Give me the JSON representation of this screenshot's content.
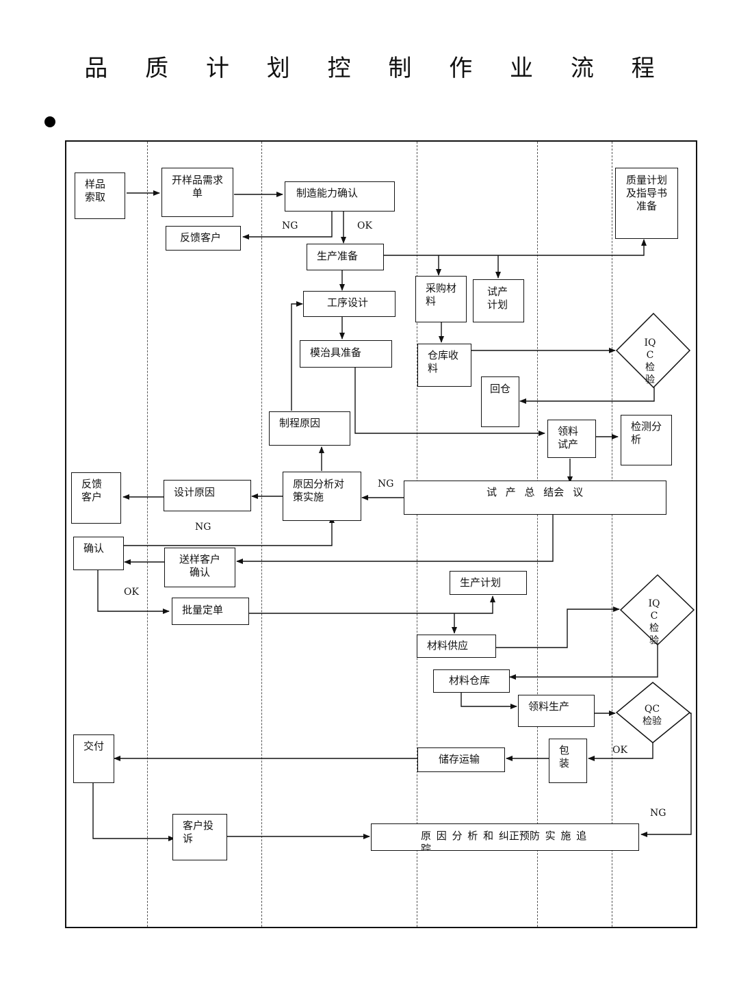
{
  "title": "品 质 计 划 控 制 作 业 流 程",
  "nodes": {
    "sample_request": "样品索取",
    "sample_demand": "开样品需求单",
    "capability_confirm": "制造能力确认",
    "feedback_customer_1": "反馈客户",
    "production_prep": "生产准备",
    "quality_plan": "质量计划及指导书准备",
    "purchase_material": "采购材料",
    "trial_plan": "试产计划",
    "process_design": "工序设计",
    "fixture_prep": "模治具准备",
    "warehouse_receive": "仓库收料",
    "iqc_1": "IQC检验",
    "return_warehouse": "回仓",
    "process_cause": "制程原因",
    "material_trial": "领料试产",
    "test_analysis": "检测分析",
    "feedback_customer_2": "反馈客户",
    "design_cause": "设计原因",
    "cause_analysis": "原因分析对策实施",
    "trial_summary": "试 产 总 结会  议",
    "confirm": "确认",
    "sample_to_customer": "送样客户确认",
    "production_plan": "生产计划",
    "batch_order": "批量定单",
    "iqc_2": "IQC检验",
    "material_supply": "材料供应",
    "material_warehouse": "材料仓库",
    "material_production": "领料生产",
    "qc_inspect": "QC检验",
    "delivery": "交付",
    "storage_transport": "储存运输",
    "packaging": "包装",
    "customer_complaint": "客户投诉",
    "root_cause_tracking": "原 因 分 析 和 纠正预防 实 施 追 踪"
  },
  "labels": {
    "ng": "NG",
    "ok": "OK"
  }
}
